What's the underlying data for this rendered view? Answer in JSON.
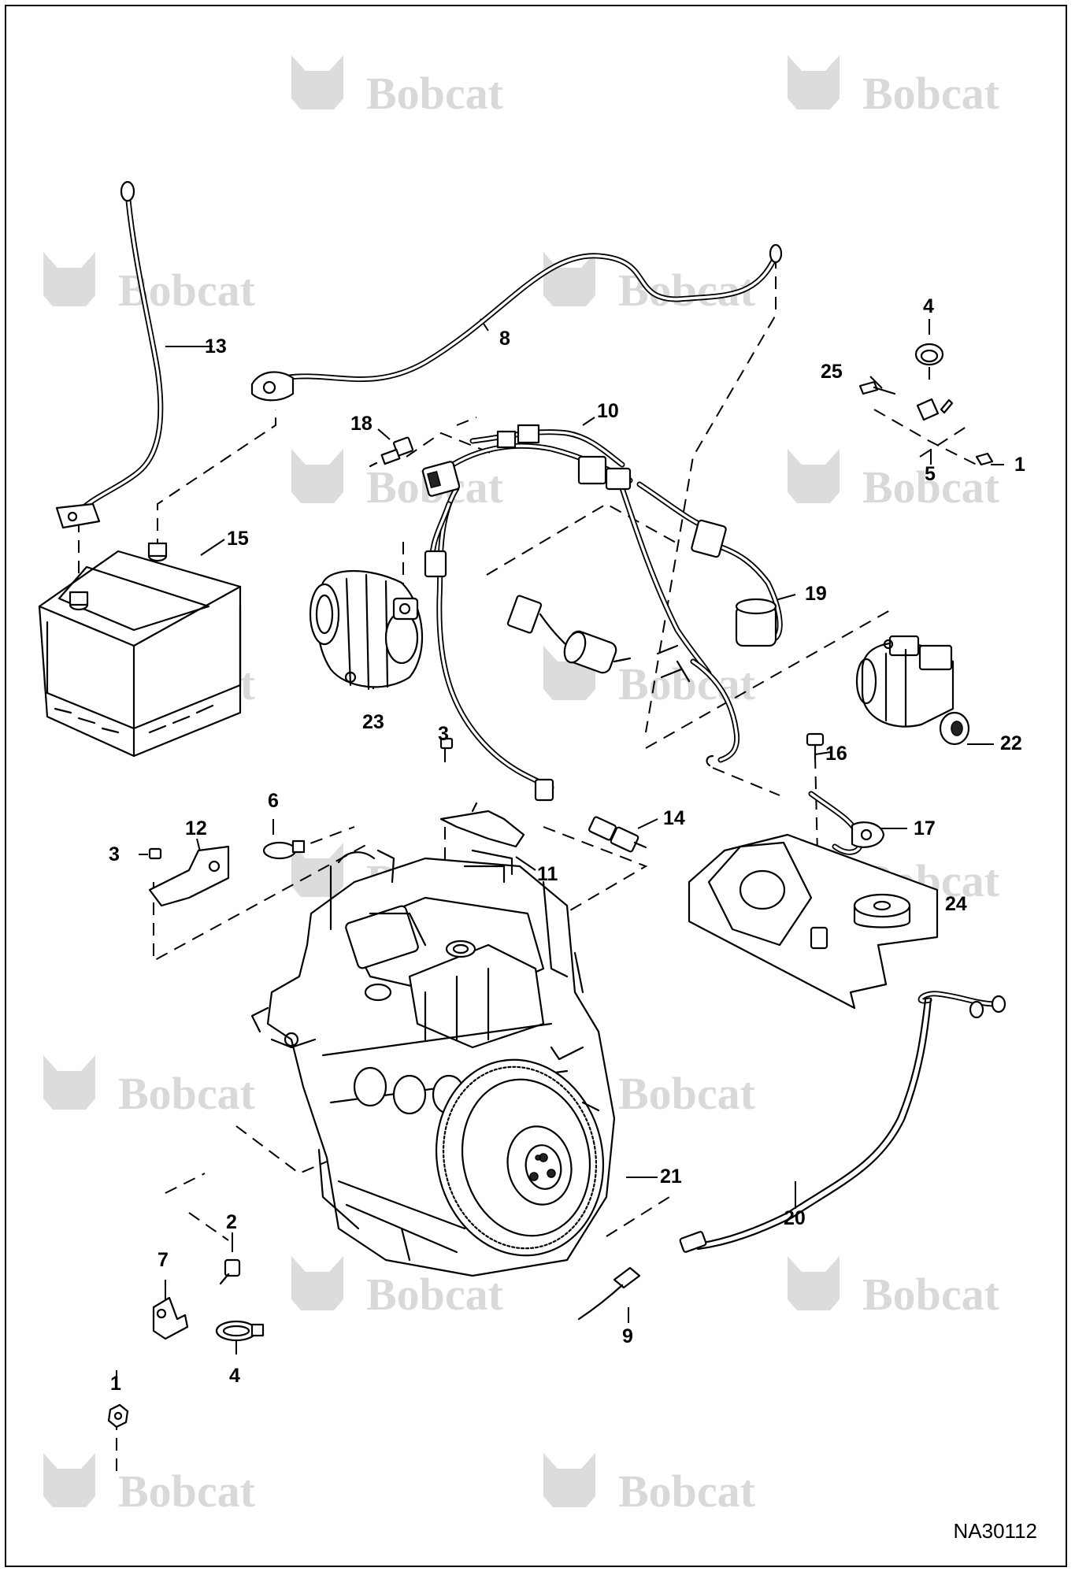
{
  "watermark": {
    "brand": "Bobcat"
  },
  "document_number": "NA30112",
  "callouts": [
    {
      "id": "c13",
      "text": "13"
    },
    {
      "id": "c8",
      "text": "8"
    },
    {
      "id": "c4a",
      "text": "4"
    },
    {
      "id": "c25",
      "text": "25"
    },
    {
      "id": "c1a",
      "text": "1"
    },
    {
      "id": "c5",
      "text": "5"
    },
    {
      "id": "c18",
      "text": "18"
    },
    {
      "id": "c10",
      "text": "10"
    },
    {
      "id": "c15",
      "text": "15"
    },
    {
      "id": "c19",
      "text": "19"
    },
    {
      "id": "c23",
      "text": "23"
    },
    {
      "id": "c22",
      "text": "22"
    },
    {
      "id": "c3a",
      "text": "3"
    },
    {
      "id": "c16",
      "text": "16"
    },
    {
      "id": "c6",
      "text": "6"
    },
    {
      "id": "c12",
      "text": "12"
    },
    {
      "id": "c3b",
      "text": "3"
    },
    {
      "id": "c14",
      "text": "14"
    },
    {
      "id": "c17",
      "text": "17"
    },
    {
      "id": "c11",
      "text": "11"
    },
    {
      "id": "c24",
      "text": "24"
    },
    {
      "id": "c21",
      "text": "21"
    },
    {
      "id": "c20",
      "text": "20"
    },
    {
      "id": "c2",
      "text": "2"
    },
    {
      "id": "c7",
      "text": "7"
    },
    {
      "id": "c9",
      "text": "9"
    },
    {
      "id": "c1b",
      "text": "1"
    },
    {
      "id": "c4b",
      "text": "4"
    }
  ]
}
